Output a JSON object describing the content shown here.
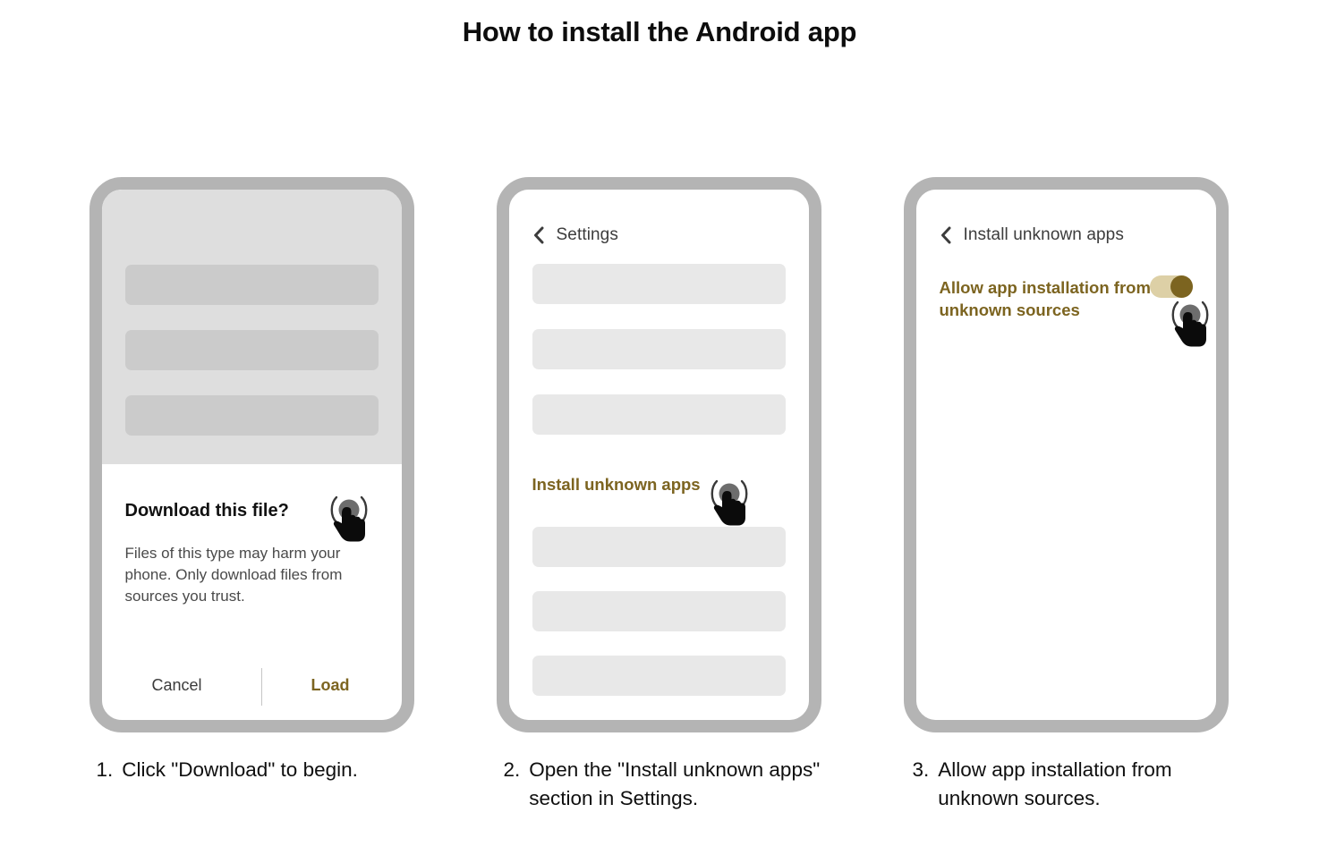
{
  "header": {
    "title": "How to install the Android app"
  },
  "accent_color": "#7c6420",
  "steps": [
    {
      "number": "1.",
      "caption": "Click \"Download\" to begin.",
      "screen": {
        "kind": "download-dialog",
        "dialog": {
          "title": "Download this file?",
          "body": "Files of this type may harm your phone. Only download files from sources you trust.",
          "cancel_label": "Cancel",
          "confirm_label": "Load"
        },
        "placeholder_bars": 3,
        "tap_target": "load-button"
      }
    },
    {
      "number": "2.",
      "caption": "Open the \"Install unknown apps\" section in Settings.",
      "screen": {
        "kind": "settings-list",
        "back_icon": "chevron-left-icon",
        "title": "Settings",
        "highlight_item": "Install unknown apps",
        "placeholder_bars_above": 3,
        "placeholder_bars_below": 3,
        "tap_target": "install-unknown-apps-item"
      }
    },
    {
      "number": "3.",
      "caption": "Allow app installation from unknown sources.",
      "screen": {
        "kind": "permission-toggle",
        "back_icon": "chevron-left-icon",
        "title": "Install unknown apps",
        "setting_label": "Allow app installation from unknown sources",
        "toggle_state": "on",
        "toggle_track_color": "#ddd0a6",
        "toggle_knob_color": "#7c6420",
        "tap_target": "allow-unknown-sources-toggle"
      }
    }
  ]
}
